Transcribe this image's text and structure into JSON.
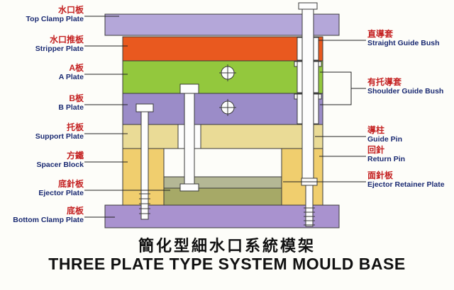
{
  "title": {
    "cn": "簡化型細水口系統模架",
    "en": "THREE PLATE TYPE SYSTEM MOULD BASE"
  },
  "diagram": {
    "left_labels": [
      {
        "cn": "水口板",
        "en": "Top Clamp Plate"
      },
      {
        "cn": "水口推板",
        "en": "Stripper Plate"
      },
      {
        "cn": "A板",
        "en": "A Plate"
      },
      {
        "cn": "B板",
        "en": "B Plate"
      },
      {
        "cn": "托板",
        "en": "Support Plate"
      },
      {
        "cn": "方鐵",
        "en": "Spacer Block"
      },
      {
        "cn": "底針板",
        "en": "Ejector Plate"
      },
      {
        "cn": "底板",
        "en": "Bottom Clamp Plate"
      }
    ],
    "right_labels": [
      {
        "cn": "直導套",
        "en": "Straight Guide Bush"
      },
      {
        "cn": "有托導套",
        "en": "Shoulder Guide Bush"
      },
      {
        "cn": "導柱",
        "en": "Guide Pin"
      },
      {
        "cn": "回針",
        "en": "Return Pin"
      },
      {
        "cn": "面針板",
        "en": "Ejector Retainer Plate"
      }
    ]
  },
  "colors": {
    "top_clamp_plate": "#b4a7d9",
    "stripper_plate": "#e9591f",
    "a_plate": "#93c83d",
    "b_plate": "#9b8cc8",
    "support_plate": "#eadb96",
    "spacer_block": "#f0ce6e",
    "ejector_retainer_plate": "#b4b795",
    "ejector_plate": "#a6a967",
    "bottom_clamp_plate": "#a992cf",
    "label_chinese_text": "#c42121",
    "label_english_text": "#1a2a72",
    "title_text": "#111111"
  }
}
